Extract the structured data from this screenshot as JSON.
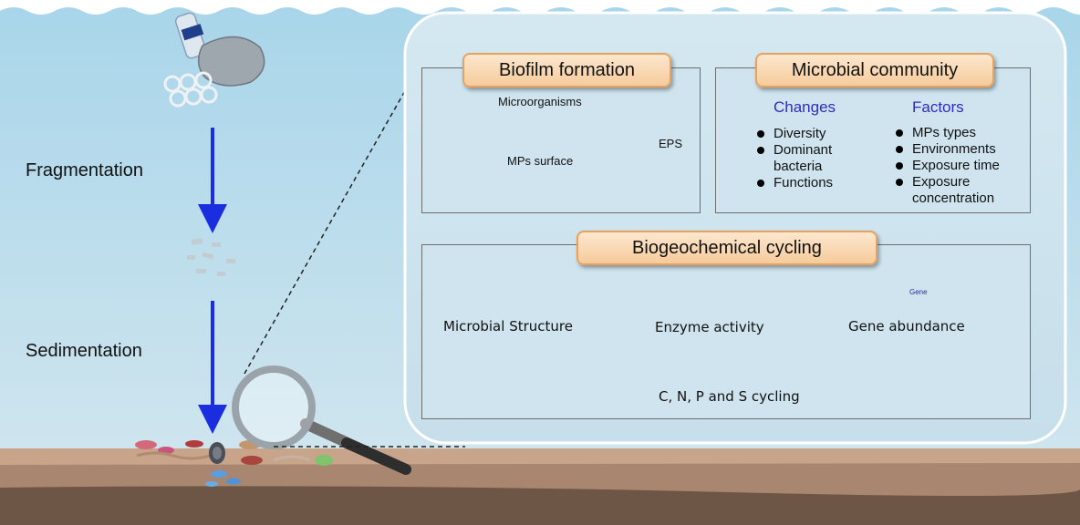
{
  "process_labels": {
    "fragmentation": "Fragmentation",
    "sedimentation": "Sedimentation"
  },
  "biofilm": {
    "title": "Biofilm formation",
    "microorganisms": "Microorganisms",
    "eps": "EPS",
    "surface": "MPs surface"
  },
  "community": {
    "title": "Microbial community",
    "changes_heading": "Changes",
    "factors_heading": "Factors",
    "changes": [
      "Diversity",
      "Dominant bacteria",
      "Functions"
    ],
    "factors": [
      "MPs types",
      "Environments",
      "Exposure time",
      "Exposure concentration"
    ]
  },
  "cycling": {
    "title": "Biogeochemical cycling",
    "items": [
      "Microbial Structure",
      "Enzyme activity",
      "Gene abundance"
    ],
    "gene_tag": "Gene",
    "result": "C, N, P and S cycling"
  },
  "colors": {
    "water_top": "#a9d6ea",
    "water_bottom": "#cbe4ee",
    "sediment": "#b59985",
    "arrow": "#1a2ee0",
    "tab_fill": "#f6cb9b",
    "heading_blue": "#2a2fbf"
  }
}
